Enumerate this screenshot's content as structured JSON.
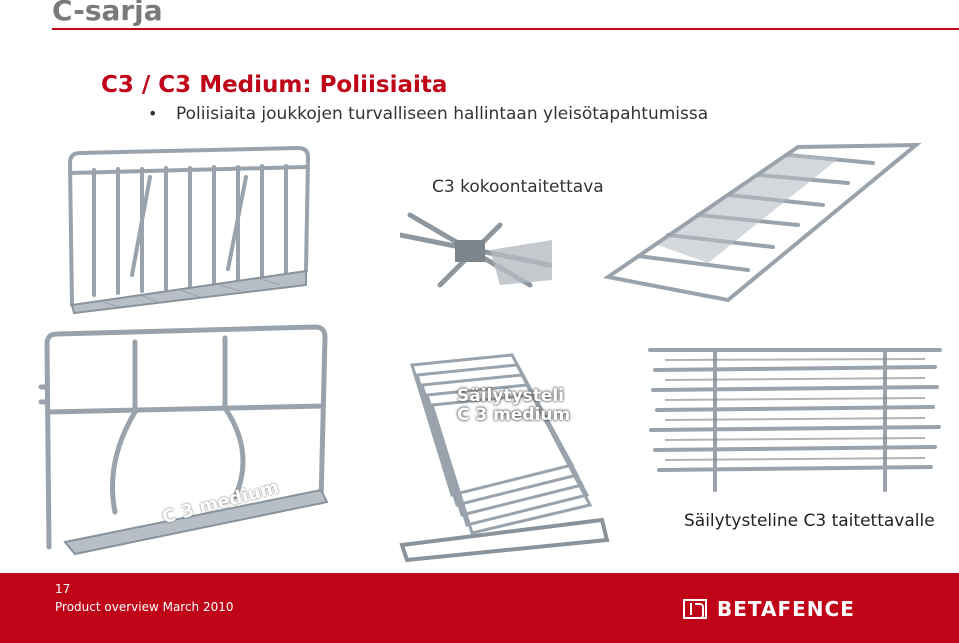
{
  "header": {
    "title": "C-sarja"
  },
  "slide": {
    "title": "C3 / C3 Medium: Poliisiaita",
    "bullet_symbol": "•",
    "bullet": "Poliisiaita joukkojen turvalliseen hallintaan yleisötapahtumissa"
  },
  "captions": {
    "kokoontaitettava": "C3 kokoontaitettava",
    "c3_medium_overlay": "C 3 medium",
    "storage_overlay_line1": "Säilytysteli",
    "storage_overlay_line2": "C 3 medium",
    "storage_rack": "Säilytysteline C3 taitettavalle"
  },
  "footer": {
    "page_number": "17",
    "text": "Product overview March 2010",
    "logo_text": "BETAFENCE"
  },
  "colors": {
    "brand_red": "#c00418",
    "header_gray": "#7a7a7a",
    "steel": "#9aa3ab"
  }
}
